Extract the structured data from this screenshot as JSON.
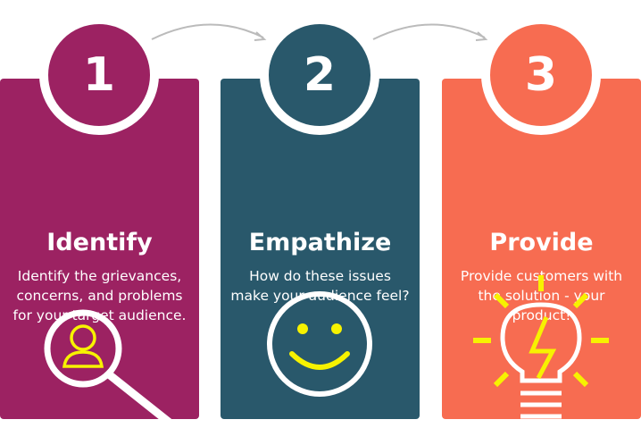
{
  "steps": [
    {
      "number": "1",
      "title": "Identify",
      "description": "Identify the grievances, concerns, and problems for your target audience.",
      "color": "#9C2262",
      "icon": "magnifier-user-icon"
    },
    {
      "number": "2",
      "title": "Empathize",
      "description": "How do these issues make your audience feel?",
      "color": "#29586B",
      "icon": "smiley-face-icon"
    },
    {
      "number": "3",
      "title": "Provide",
      "description": "Provide customers with the solution - your product!",
      "color": "#F76C51",
      "icon": "lightbulb-icon"
    }
  ],
  "accent_yellow": "#F7F200"
}
